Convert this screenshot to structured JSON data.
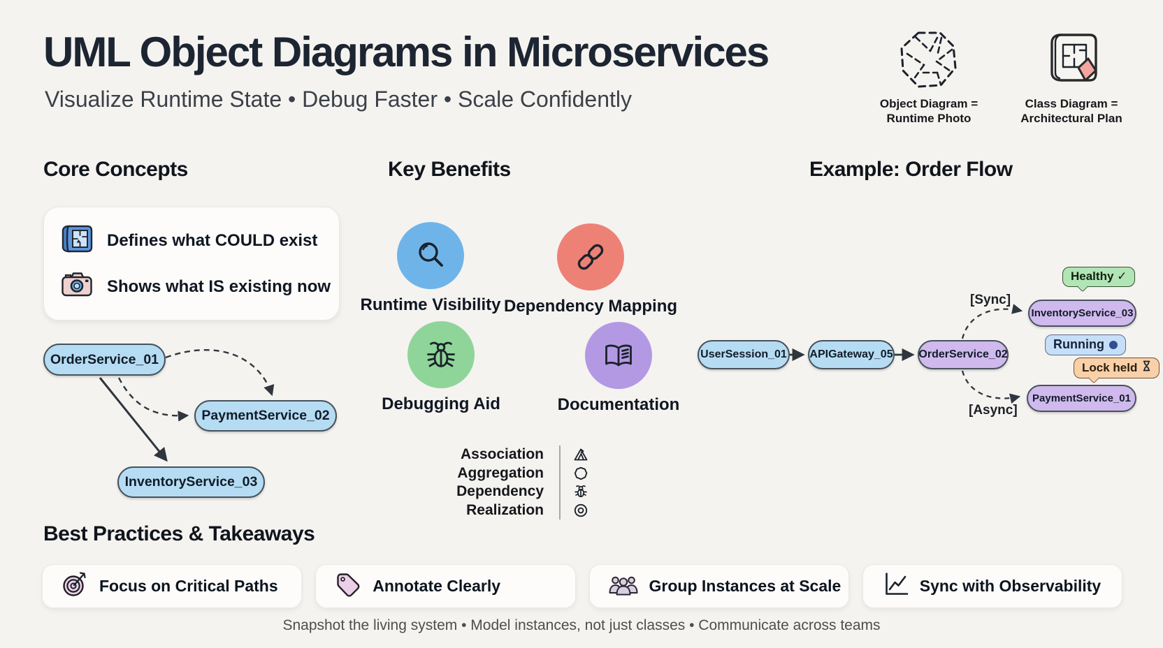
{
  "page": {
    "title": "UML Object Diagrams in Microservices",
    "subtitle": "Visualize Runtime State • Debug Faster • Scale Confidently",
    "footer": "Snapshot the living system • Model instances, not just classes • Communicate across teams"
  },
  "header_legend": [
    {
      "icon": "aperture-icon",
      "caption_line1": "Object Diagram =",
      "caption_line2": "Runtime Photo"
    },
    {
      "icon": "blueprint-map-icon",
      "caption_line1": "Class Diagram =",
      "caption_line2": "Architectural Plan"
    }
  ],
  "core_concepts": {
    "heading": "Core Concepts",
    "points": [
      {
        "icon": "blueprint-icon",
        "text": "Defines what COULD exist"
      },
      {
        "icon": "camera-icon",
        "text": "Shows what IS existing now"
      }
    ],
    "diagram": {
      "nodes": [
        {
          "label": "OrderService_01",
          "color": "#b5dcf3"
        },
        {
          "label": "PaymentService_02",
          "color": "#b5dcf3"
        },
        {
          "label": "InventoryService_03",
          "color": "#b5dcf3"
        }
      ],
      "edges": [
        {
          "from": "OrderService_01",
          "to": "PaymentService_02",
          "style": "dashed"
        },
        {
          "from": "OrderService_01",
          "to": "PaymentService_02",
          "style": "dashed"
        },
        {
          "from": "OrderService_01",
          "to": "InventoryService_03",
          "style": "solid"
        }
      ]
    }
  },
  "key_benefits": {
    "heading": "Key Benefits",
    "items": [
      {
        "label": "Runtime Visibility",
        "icon": "magnifier-icon",
        "color": "#6fb4e9"
      },
      {
        "label": "Dependency Mapping",
        "icon": "chain-icon",
        "color": "#ee8176"
      },
      {
        "label": "Debugging Aid",
        "icon": "bug-icon",
        "color": "#8fd599"
      },
      {
        "label": "Documentation",
        "icon": "book-icon",
        "color": "#b399e3"
      }
    ],
    "relationship_legend": [
      {
        "label": "Association",
        "icon": "association-icon"
      },
      {
        "label": "Aggregation",
        "icon": "aggregation-icon"
      },
      {
        "label": "Dependency",
        "icon": "bug-small-icon"
      },
      {
        "label": "Realization",
        "icon": "circled-dot-icon"
      }
    ]
  },
  "order_flow": {
    "heading": "Example: Order Flow",
    "nodes": [
      {
        "label": "UserSession_01",
        "color": "#b5dcf3"
      },
      {
        "label": "APIGateway_05",
        "color": "#b5dcf3"
      },
      {
        "label": "OrderService_02",
        "color": "#cfb9ed"
      },
      {
        "label": "InventoryService_03",
        "color": "#cfb9ed"
      },
      {
        "label": "PaymentService_01",
        "color": "#cfb9ed"
      }
    ],
    "edges": [
      {
        "from": "UserSession_01",
        "to": "APIGateway_05",
        "style": "solid",
        "label": ""
      },
      {
        "from": "APIGateway_05",
        "to": "OrderService_02",
        "style": "solid",
        "label": ""
      },
      {
        "from": "OrderService_02",
        "to": "InventoryService_03",
        "style": "dashed",
        "label": "[Sync]"
      },
      {
        "from": "OrderService_02",
        "to": "PaymentService_01",
        "style": "dashed",
        "label": "[Async]"
      }
    ],
    "badges": [
      {
        "text": "Healthy ✓",
        "attached_to": "InventoryService_03",
        "color": "#b2e5b5"
      },
      {
        "text": "Running",
        "indicator": "blue-dot",
        "color": "#c7def8"
      },
      {
        "text": "Lock held",
        "indicator": "hourglass-icon",
        "attached_to": "PaymentService_01",
        "color": "#f9d0a8"
      }
    ]
  },
  "best_practices": {
    "heading": "Best Practices & Takeaways",
    "items": [
      {
        "icon": "target-icon",
        "label": "Focus on Critical Paths"
      },
      {
        "icon": "tag-icon",
        "label": "Annotate Clearly"
      },
      {
        "icon": "group-icon",
        "label": "Group Instances at Scale"
      },
      {
        "icon": "chart-icon",
        "label": "Sync with Observability"
      }
    ]
  },
  "palette": {
    "background": "#f5f3f0",
    "title": "#1c2531",
    "node_border": "#47525c",
    "blue_node": "#b5dcf3",
    "purple_node": "#cfb9ed",
    "benefit_blue": "#6fb4e9",
    "benefit_red": "#ee8176",
    "benefit_green": "#8fd599",
    "benefit_purple": "#b399e3"
  }
}
